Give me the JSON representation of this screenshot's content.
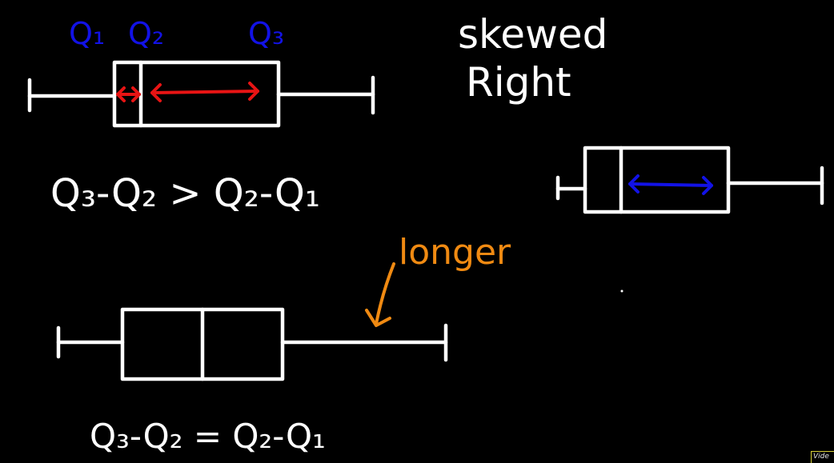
{
  "labels": {
    "q1": "Q₁",
    "q2": "Q₂",
    "q3": "Q₃",
    "skewed": "skewed",
    "right": "Right",
    "inequality": "Q₃-Q₂ > Q₂-Q₁",
    "equality": "Q₃-Q₂ = Q₂-Q₁",
    "longer": "longer"
  },
  "colors": {
    "chalk": "#ffffff",
    "blue": "#1212e6",
    "red": "#e81414",
    "orange": "#f08a12",
    "background": "#000000"
  },
  "watermark": "Vide"
}
